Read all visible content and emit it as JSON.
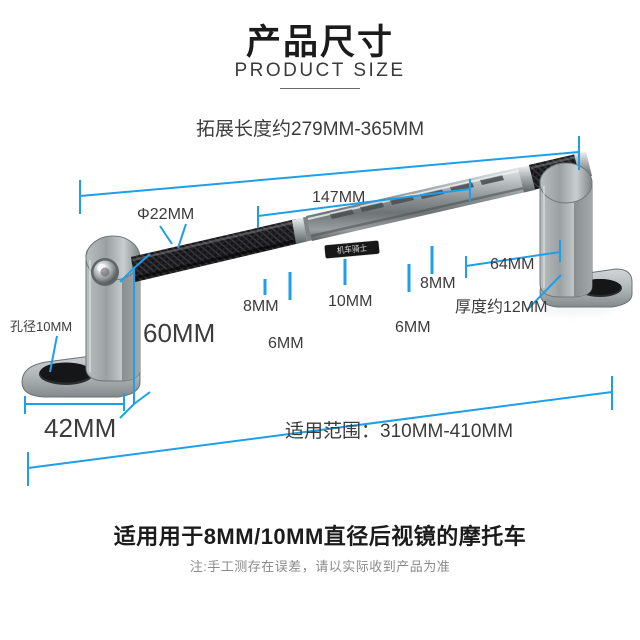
{
  "header": {
    "title_cn": "产品尺寸",
    "title_en": "PRODUCT SIZE"
  },
  "product": {
    "brand_text": "机车骑士",
    "description": "carbon-fiber-motorcycle-crossbar-with-aluminium-brackets"
  },
  "dimensions": {
    "extend_length": "拓展长度约279MM-365MM",
    "tube_diameter": "Φ22MM",
    "slot_section": "147MM",
    "hole_diameter": "孔径10MM",
    "bracket_height": "60MM",
    "spacing_left_8": "8MM",
    "spacing_left_6": "6MM",
    "spacing_center_10": "10MM",
    "spacing_right_6": "6MM",
    "spacing_right_8": "8MM",
    "foot_width": "42MM",
    "right_offset": "64MM",
    "thickness": "厚度约12MM",
    "fit_range": "适用范围：310MM-410MM"
  },
  "footer": {
    "line1": "适用用于8MM/10MM直径后视镜的摩托车",
    "line2": "注:手工测存在误差，请以实际收到产品为准"
  },
  "colors": {
    "accent_blue": "#1E9FE8",
    "text_dark": "#1b1b1b",
    "text_muted": "#8a8a8a",
    "metal_light": "#d9dcdd",
    "metal_dark": "#6f7476",
    "carbon": "#1a1a1c"
  }
}
